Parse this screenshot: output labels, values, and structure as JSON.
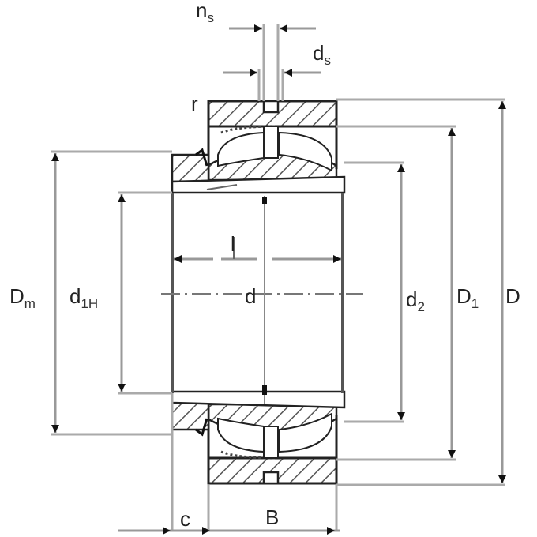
{
  "drawing": {
    "title": "Spherical roller bearing with adapter sleeve – dimension drawing",
    "colors": {
      "background": "#ffffff",
      "line_dark": "#222222",
      "line_mid": "#777777",
      "line_light": "#bbbbbb",
      "hatch": "#555555",
      "arrow": "#111111"
    }
  },
  "labels": {
    "n_s": {
      "main": "n",
      "sub": "s"
    },
    "d_s": {
      "main": "d",
      "sub": "s"
    },
    "r": {
      "main": "r"
    },
    "D_m": {
      "main": "D",
      "sub": "m"
    },
    "d_1H": {
      "main": "d",
      "sub": "1H"
    },
    "l": {
      "main": "l"
    },
    "d": {
      "main": "d"
    },
    "d_2": {
      "main": "d",
      "sub": "2"
    },
    "D_1": {
      "main": "D",
      "sub": "1"
    },
    "D": {
      "main": "D"
    },
    "c": {
      "main": "c"
    },
    "B": {
      "main": "B"
    }
  }
}
